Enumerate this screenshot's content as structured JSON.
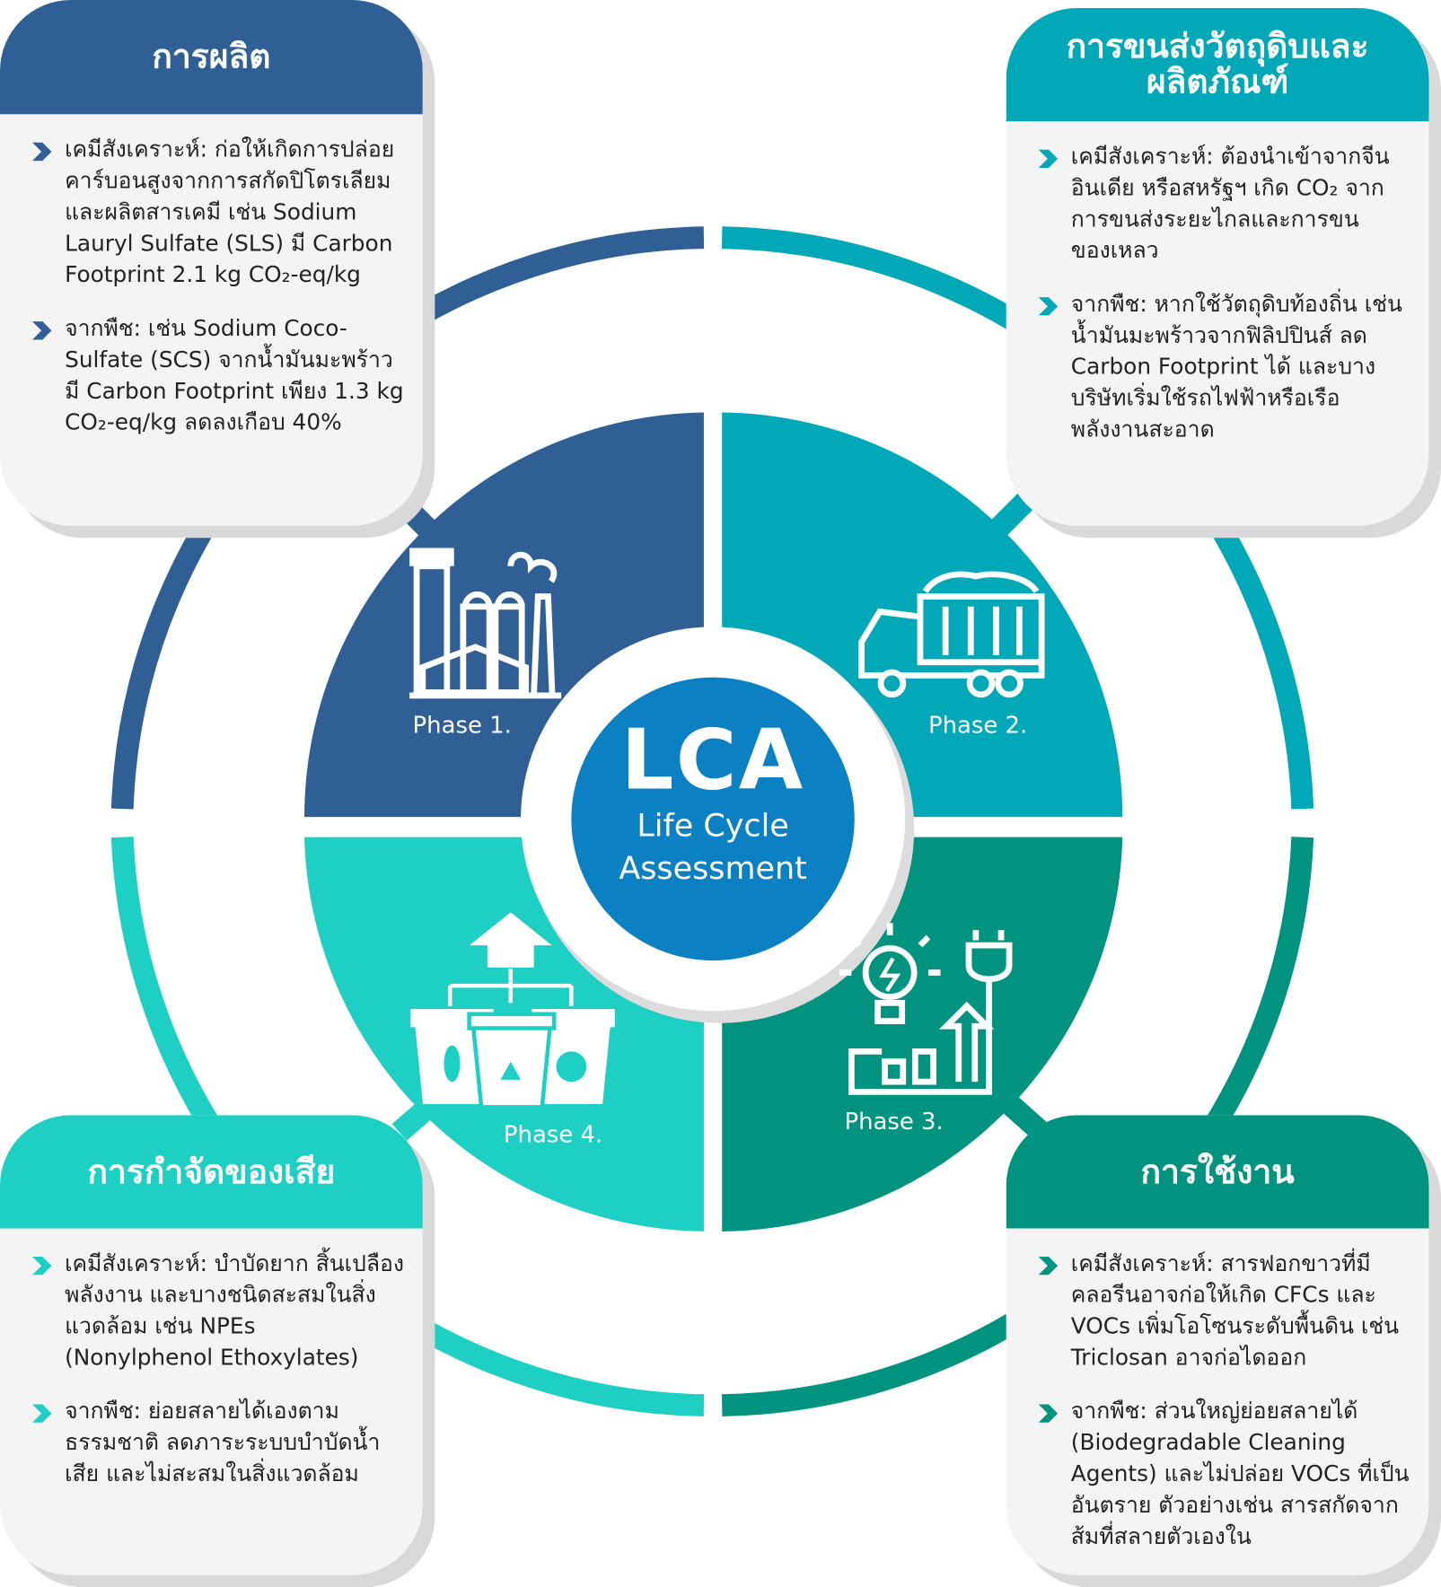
{
  "colors": {
    "phase1": "#2f5f94",
    "phase2": "#00a8b8",
    "phase3": "#00937f",
    "phase4": "#1ecfc3",
    "center": "#0b80c2",
    "box_bg": "#f4f4f4"
  },
  "center": {
    "title": "LCA",
    "subtitle_line1": "Life Cycle",
    "subtitle_line2": "Assessment"
  },
  "phases": [
    {
      "label": "Phase 1.",
      "icon": "factory-icon"
    },
    {
      "label": "Phase 2.",
      "icon": "truck-icon"
    },
    {
      "label": "Phase 3.",
      "icon": "energy-usage-icon"
    },
    {
      "label": "Phase 4.",
      "icon": "waste-bins-icon"
    }
  ],
  "boxes": {
    "production": {
      "title": "การผลิต",
      "items": [
        "เคมีสังเคราะห์: ก่อให้เกิดการปล่อยคาร์บอนสูงจากการสกัดปิโตรเลียมและผลิตสารเคมี เช่น Sodium Lauryl Sulfate (SLS) มี Carbon Footprint 2.1 kg CO₂-eq/kg",
        "จากพืช: เช่น Sodium Coco-Sulfate (SCS) จากน้ำมันมะพร้าว มี Carbon Footprint เพียง 1.3 kg CO₂-eq/kg ลดลงเกือบ 40%"
      ]
    },
    "transport": {
      "title": "การขนส่งวัตถุดิบและผลิตภัณฑ์",
      "items": [
        "เคมีสังเคราะห์: ต้องนำเข้าจากจีน อินเดีย หรือสหรัฐฯ เกิด CO₂ จากการขนส่งระยะไกลและการขนของเหลว",
        "จากพืช: หากใช้วัตถุดิบท้องถิ่น เช่น น้ำมันมะพร้าวจากฟิลิปปินส์ ลด Carbon Footprint ได้ และบางบริษัทเริ่มใช้รถไฟฟ้าหรือเรือพลังงานสะอาด"
      ]
    },
    "disposal": {
      "title": "การกำจัดของเสีย",
      "items": [
        "เคมีสังเคราะห์: บำบัดยาก สิ้นเปลืองพลังงาน และบางชนิดสะสมในสิ่งแวดล้อม เช่น NPEs (Nonylphenol Ethoxylates)",
        "จากพืช: ย่อยสลายได้เองตามธรรมชาติ ลดภาระระบบบำบัดน้ำเสีย และไม่สะสมในสิ่งแวดล้อม"
      ]
    },
    "usage": {
      "title": "การใช้งาน",
      "items": [
        "เคมีสังเคราะห์: สารฟอกขาวที่มีคลอรีนอาจก่อให้เกิด CFCs และ VOCs เพิ่มโอโซนระดับพื้นดิน เช่น Triclosan อาจก่อไดออก",
        "จากพืช: ส่วนใหญ่ย่อยสลายได้ (Biodegradable Cleaning Agents) และไม่ปล่อย VOCs ที่เป็นอันตราย ตัวอย่างเช่น สารสกัดจากส้มที่สลายตัวเองใน"
      ]
    }
  }
}
